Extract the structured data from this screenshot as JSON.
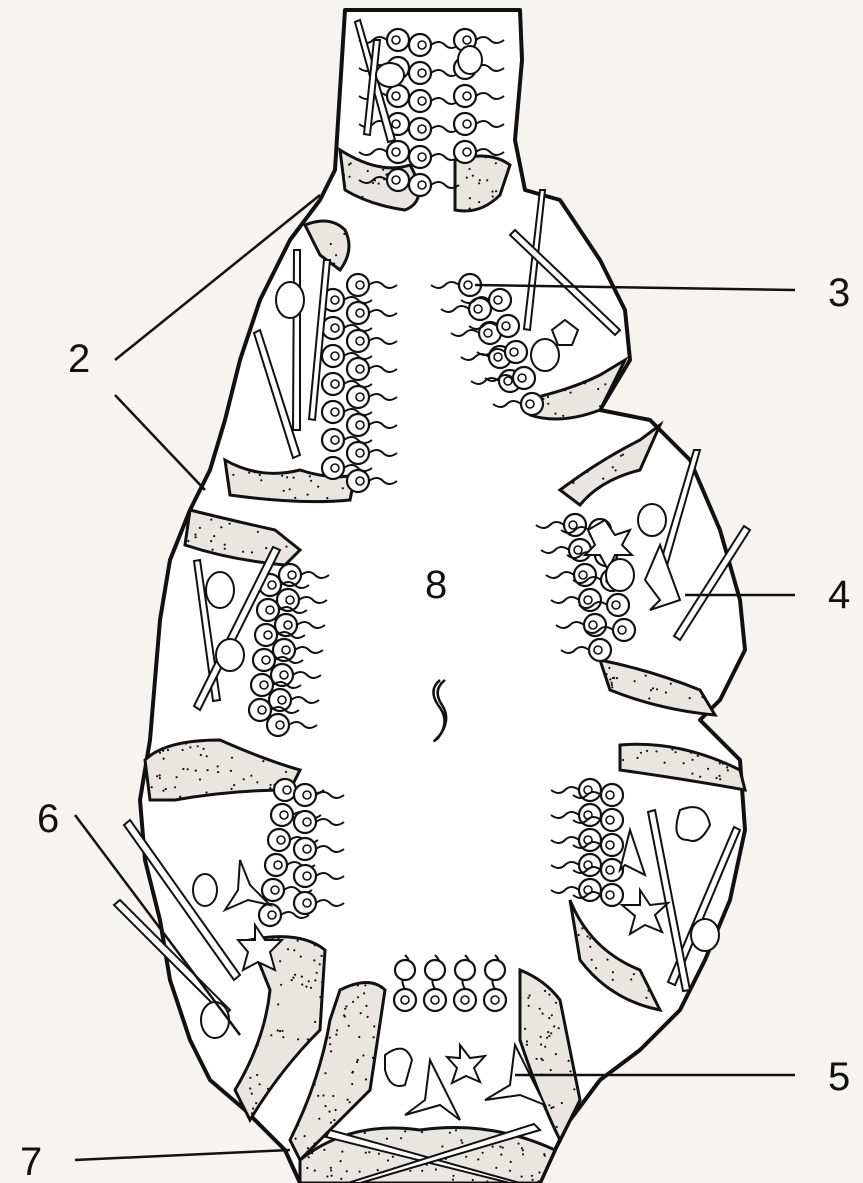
{
  "labels": {
    "2": "2",
    "3": "3",
    "4": "4",
    "5": "5",
    "6": "6",
    "7": "7",
    "8": "8"
  },
  "colors": {
    "background": "#f6f4f1",
    "ink": "#111111",
    "mesohyl": "#e9e6e2"
  },
  "icons": {
    "sponge-section": "sponge-leucon-cross-section"
  }
}
